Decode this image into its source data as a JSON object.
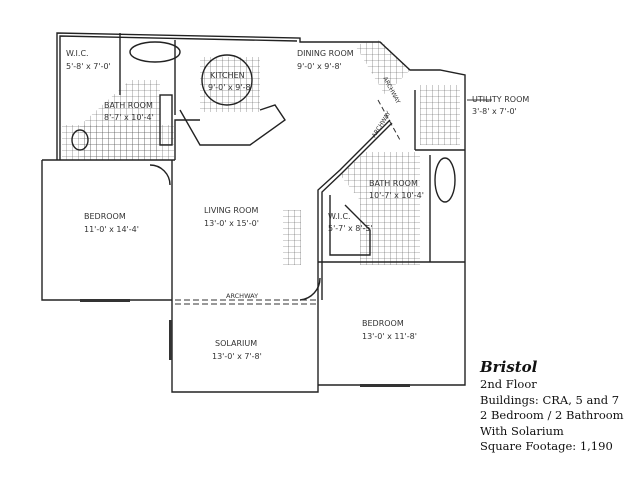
{
  "rooms": {
    "wic_1": {
      "name": "W.I.C.",
      "size": "5'-8' x 7'-0'"
    },
    "bath_1": {
      "name": "BATH ROOM",
      "size": "8'-7' x 10'-4'"
    },
    "kitchen": {
      "name": "KITCHEN",
      "size": "9'-0' x 9'-8'"
    },
    "dining": {
      "name": "DINING ROOM",
      "size": "9'-0' x 9'-8'"
    },
    "utility": {
      "name": "UTILITY ROOM",
      "size": "3'-8' x 7'-0'"
    },
    "bath_2": {
      "name": "BATH ROOM",
      "size": "10'-7' x 10'-4'"
    },
    "wic_2": {
      "name": "W.I.C.",
      "size": "5'-7' x 8'-5'"
    },
    "bedroom_1": {
      "name": "BEDROOM",
      "size": "11'-0' x 14'-4'"
    },
    "living": {
      "name": "LIVING ROOM",
      "size": "13'-0' x 15'-0'"
    },
    "bedroom_2": {
      "name": "BEDROOM",
      "size": "13'-0' x 11'-8'"
    },
    "solarium": {
      "name": "SOLARIUM",
      "size": "13'-0' x 7'-8'"
    }
  },
  "archway_label": "ARCHWAY",
  "info": {
    "title": "Bristol",
    "floor": "2nd Floor",
    "buildings": "Buildings:  CRA, 5 and 7",
    "layout": "2 Bedroom / 2 Bathroom",
    "feature": "With Solarium",
    "square_footage": "Square Footage:  1,190"
  }
}
